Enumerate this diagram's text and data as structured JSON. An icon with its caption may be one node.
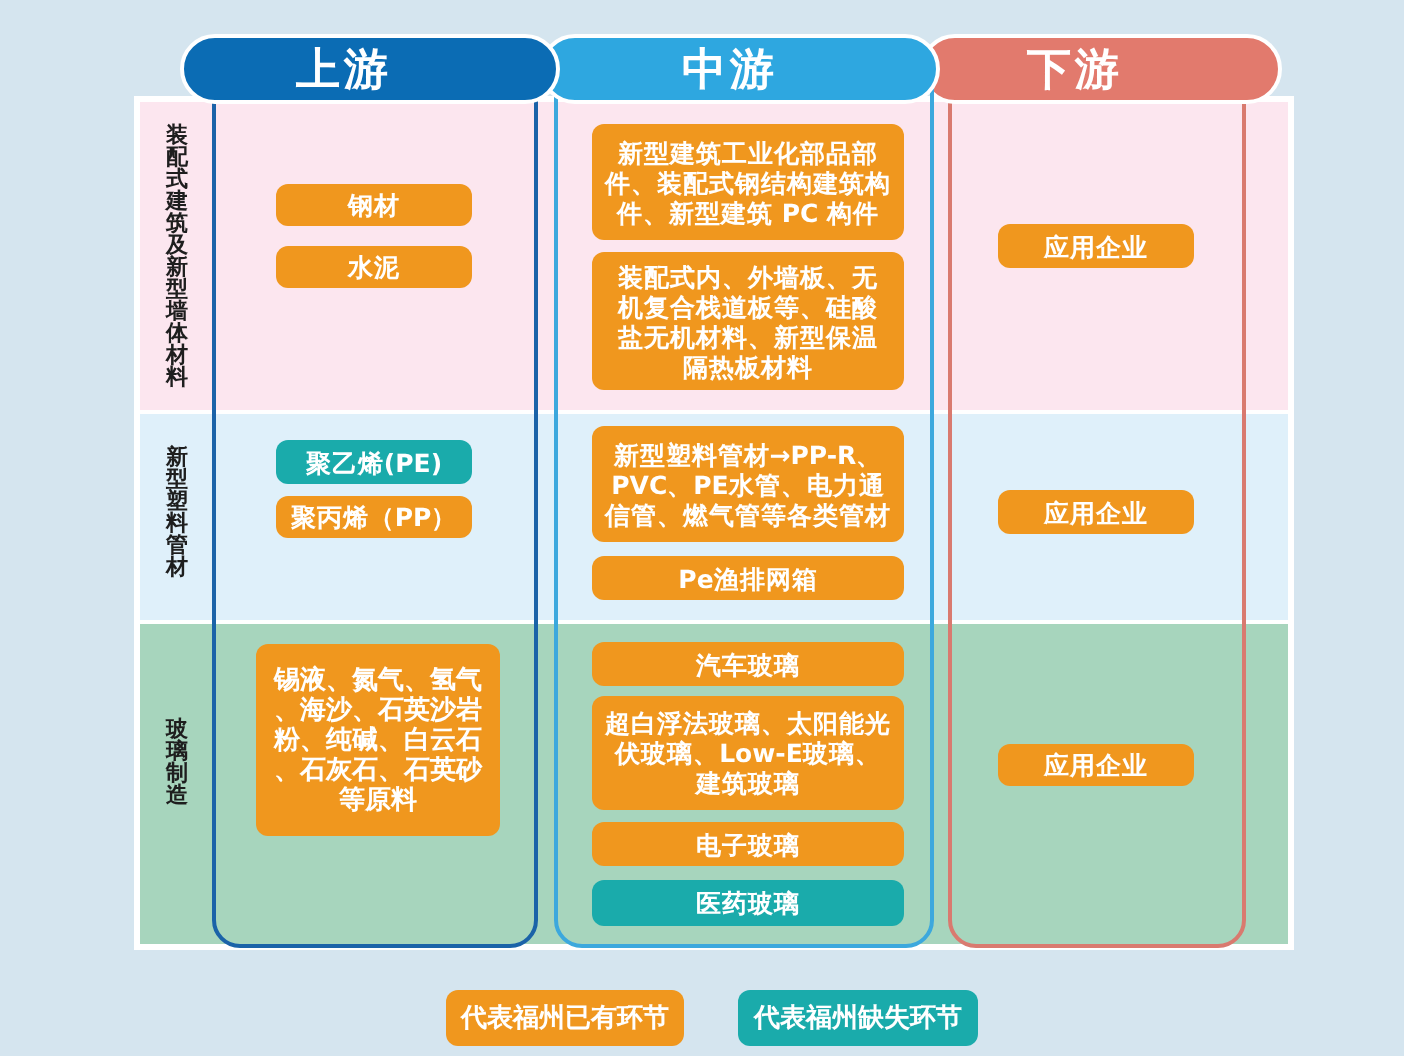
{
  "diagram": {
    "nodes": [
      {
        "text": [
          "上游"
        ]
      },
      {
        "text": [
          "钢材"
        ],
        "in": 0
      },
      {
        "text": [
          "水泥"
        ],
        "in": 0
      },
      {
        "text": [
          "聚乙烯(PE)"
        ],
        "in": 0
      },
      {
        "text": [
          "聚丙烯（PP）"
        ],
        "in": 0
      },
      {
        "text": [
          "锡液、氮气、氢气、海沙、石英沙岩粉、纯碱、白云石、石灰石、石英砂等原料"
        ],
        "in": 0
      },
      {
        "text": [
          "中游"
        ]
      },
      {
        "text": [
          "新型建筑工业化部品部件、装配式钢结构建筑构件、新型建筑 PC 构件"
        ],
        "in": 6
      },
      {
        "text": [
          "装配式内、外墙板、无机复合栈道板等、硅酸盐无机材料、新型保温隔热板材料"
        ],
        "in": 6
      },
      {
        "text": [
          "新型塑料管材→PP-R、PVC、PE水管、电力通信管、燃气管等各类管材"
        ],
        "in": 6
      },
      {
        "text": [
          "Pe渔排网箱"
        ],
        "in": 6
      },
      {
        "text": [
          "汽车玻璃"
        ],
        "in": 6
      },
      {
        "text": [
          "超白浮法玻璃、太阳能光伏玻璃、Low-E玻璃、建筑玻璃"
        ],
        "in": 6
      },
      {
        "text": [
          "电子玻璃"
        ],
        "in": 6
      },
      {
        "text": [
          "医药玻璃"
        ],
        "in": 6
      },
      {
        "text": [
          "下游"
        ]
      },
      {
        "text": [
          "应用企业"
        ],
        "in": 15
      },
      {
        "text": [
          "应用企业"
        ],
        "in": 15
      },
      {
        "text": [
          "应用企业"
        ],
        "in": 15
      }
    ],
    "labels": [
      "装配式建筑及新型墙体材料",
      "新型塑料管材",
      "玻璃制造"
    ],
    "legend": [
      {
        "text": "代表福州已有环节",
        "color": "#f0971e"
      },
      {
        "text": "代表福州缺失环节",
        "color": "#1aabab"
      }
    ]
  }
}
